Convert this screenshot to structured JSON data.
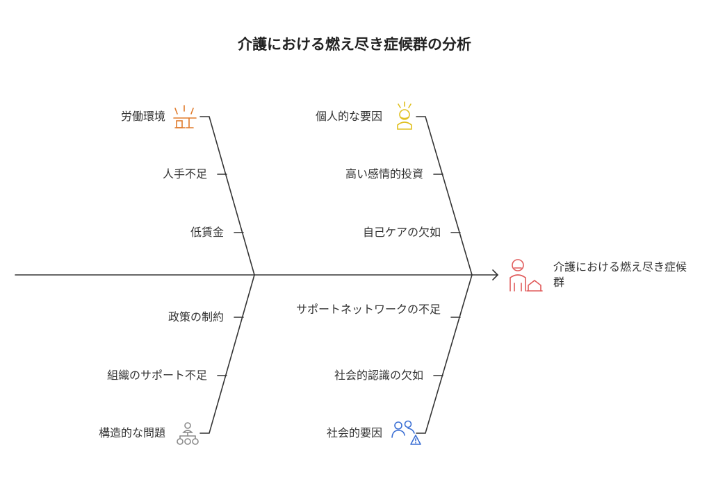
{
  "title": "介護における燃え尽き症候群の分析",
  "effect": {
    "label": "介護における燃え尽き症候群",
    "icon": "caregiver-burnout-icon",
    "color": "#e05a5a"
  },
  "categories": {
    "work_environment": {
      "label": "労働環境",
      "icon": "work-desk-alert-icon",
      "color": "#e07b2c",
      "causes": [
        "人手不足",
        "低賃金"
      ]
    },
    "personal": {
      "label": "個人的な要因",
      "icon": "stressed-person-icon",
      "color": "#e0c020",
      "causes": [
        "高い感情的投資",
        "自己ケアの欠如"
      ]
    },
    "structural": {
      "label": "構造的な問題",
      "icon": "org-hierarchy-icon",
      "color": "#8a8a8a",
      "causes": [
        "政策の制約",
        "組織のサポート不足"
      ]
    },
    "social": {
      "label": "社会的要因",
      "icon": "people-warning-icon",
      "color": "#3b6fd4",
      "causes": [
        "サポートネットワークの不足",
        "社会的認識の欠如"
      ]
    }
  }
}
